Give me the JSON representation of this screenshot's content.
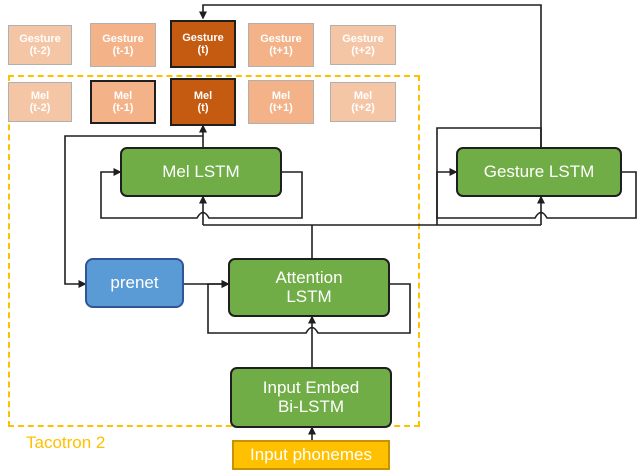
{
  "gesture_frames": [
    {
      "label": "Gesture",
      "step": "(t-2)"
    },
    {
      "label": "Gesture",
      "step": "(t-1)"
    },
    {
      "label": "Gesture",
      "step": "(t)"
    },
    {
      "label": "Gesture",
      "step": "(t+1)"
    },
    {
      "label": "Gesture",
      "step": "(t+2)"
    }
  ],
  "mel_frames": [
    {
      "label": "Mel",
      "step": "(t-2)"
    },
    {
      "label": "Mel",
      "step": "(t-1)"
    },
    {
      "label": "Mel",
      "step": "(t)"
    },
    {
      "label": "Mel",
      "step": "(t+1)"
    },
    {
      "label": "Mel",
      "step": "(t+2)"
    }
  ],
  "blocks": {
    "mel_lstm": "Mel LSTM",
    "gesture_lstm": "Gesture LSTM",
    "prenet": "prenet",
    "attention_lstm_line1": "Attention",
    "attention_lstm_line2": "LSTM",
    "input_embed_line1": "Input Embed",
    "input_embed_line2": "Bi-LSTM",
    "input_phonemes": "Input phonemes"
  },
  "group_label": "Tacotron 2",
  "colors": {
    "active_frame": "#c55a11",
    "lstm_green": "#70ad47",
    "prenet_blue": "#5b9bd5",
    "phoneme_yellow": "#ffc000",
    "dashed_frame": "#ffc000"
  }
}
